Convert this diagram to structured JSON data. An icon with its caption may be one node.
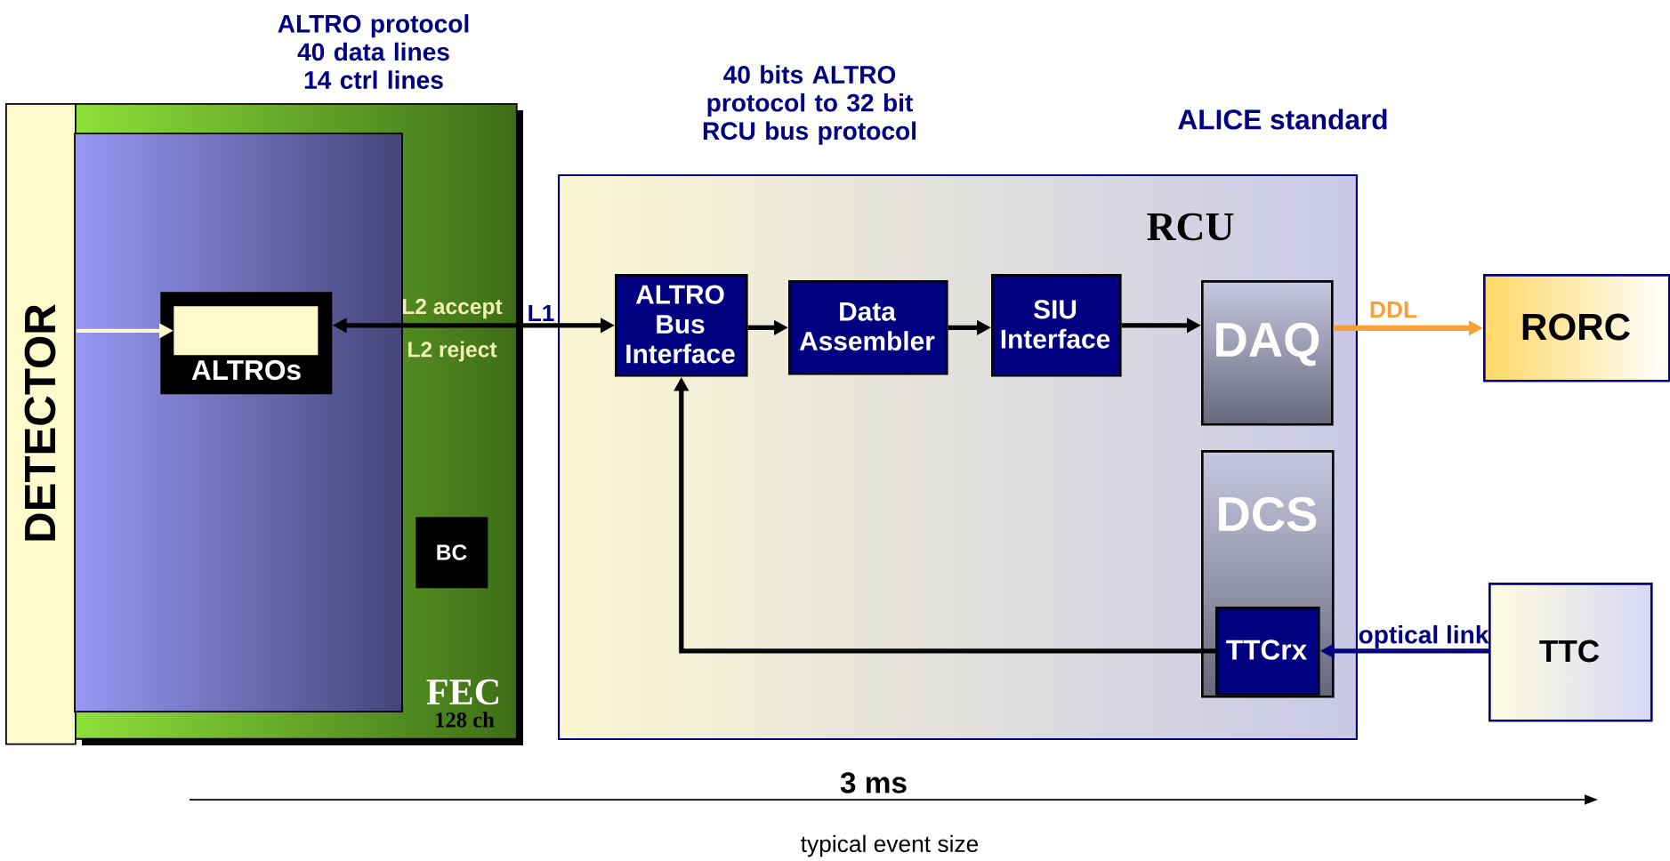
{
  "diagram": {
    "nodes": [
      {
        "text": [
          "DETECTOR"
        ]
      },
      {
        "text": [
          "FEC",
          "128 ch"
        ]
      },
      {
        "text": [
          "ALTROs"
        ],
        "in": 1
      },
      {
        "text": [],
        "shape": "box",
        "in": 2
      },
      {
        "text": [
          "BC"
        ],
        "in": 1
      },
      {
        "text": [
          "RCU"
        ]
      },
      {
        "text": [
          "ALTRO Bus Interface"
        ],
        "in": 5
      },
      {
        "text": [
          "Data Assembler"
        ],
        "in": 5
      },
      {
        "text": [
          "SIU Interface"
        ],
        "in": 5
      },
      {
        "text": [
          "DAQ"
        ],
        "in": 5
      },
      {
        "text": [
          "DCS"
        ],
        "in": 5
      },
      {
        "text": [
          "TTCrx"
        ],
        "in": 10
      },
      {
        "text": [
          "RORC"
        ]
      },
      {
        "text": [
          "TTC"
        ]
      }
    ],
    "edges": [
      {
        "from": 0,
        "to": 3,
        "arrow": "to",
        "color": "#fffacd"
      },
      {
        "from": 6,
        "to": 2,
        "arrow": "both",
        "label": "L1"
      },
      {
        "from": 6,
        "to": 7,
        "arrow": "to"
      },
      {
        "from": 7,
        "to": 8,
        "arrow": "to"
      },
      {
        "from": 8,
        "to": 9,
        "arrow": "to"
      },
      {
        "from": 9,
        "to": 12,
        "arrow": "to",
        "label": "DDL",
        "color": "#f7a035"
      },
      {
        "from": 13,
        "to": 11,
        "arrow": "to",
        "label": "optical link",
        "color": "#000080"
      },
      {
        "from": 11,
        "to": 6,
        "arrow": "to"
      }
    ],
    "labels": [
      "ALTRO protocol 40 data lines 14 ctrl lines",
      "40 bits ALTRO protocol to 32 bit RCU bus protocol",
      "ALICE standard",
      "L2 accept",
      "L2 reject",
      "3 ms",
      "typical event size"
    ]
  }
}
